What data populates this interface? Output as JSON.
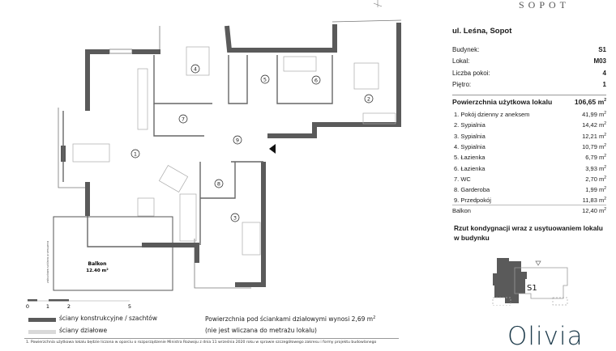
{
  "brand": {
    "city": "SOPOT",
    "logo": "Olivia",
    "accent": "#1d3b4b"
  },
  "details": {
    "address": "ul. Leśna, Sopot",
    "rows": [
      {
        "label": "Budynek:",
        "value": "S1"
      },
      {
        "label": "Lokal:",
        "value": "M03"
      },
      {
        "label": "Liczba pokoi:",
        "value": "4"
      },
      {
        "label": "Piętro:",
        "value": "1"
      }
    ],
    "total_label": "Powierzchnia użytkowa lokalu",
    "total_value": "106,65 m",
    "rooms": [
      {
        "label": "1. Pokój dzienny z aneksem",
        "value": "41,99 m"
      },
      {
        "label": "2. Sypialnia",
        "value": "14,42 m"
      },
      {
        "label": "3. Sypialnia",
        "value": "12,21 m"
      },
      {
        "label": "4. Sypialnia",
        "value": "10,79 m"
      },
      {
        "label": "5. Łazienka",
        "value": "6,79 m"
      },
      {
        "label": "6. Łazienka",
        "value": "3,93 m"
      },
      {
        "label": "7. WC",
        "value": "2,70 m"
      },
      {
        "label": "8. Garderoba",
        "value": "1,99 m"
      },
      {
        "label": "9. Przedpokój",
        "value": "11,83 m"
      }
    ],
    "balcony": {
      "label": "Balkon",
      "value": "12,40 m"
    },
    "unit_sup": "2",
    "keyplan_title": "Rzut kondygnacji wraz z usytuowaniem lokalu w budynku",
    "keyplan_building": "S1"
  },
  "plan": {
    "room_numbers": [
      "1",
      "2",
      "3",
      "4",
      "5",
      "6",
      "7",
      "8",
      "9"
    ],
    "balcony_label": "Balkon",
    "balcony_area": "12.40 m",
    "side_note": "zabudowa szklana przesuwna",
    "scale_ticks": [
      "0",
      "1",
      "2",
      "5"
    ]
  },
  "legend": {
    "structural": "ściany konstrukcyjne / szachtów",
    "partition": "ściany działowe",
    "structural_color": "#5a5a5a",
    "partition_color": "#d9d9d9"
  },
  "note": {
    "line1": "Powierzchnia pod ściankami działowymi wynosi 2,69 m",
    "line2": "(nie jest wliczana do metrażu lokalu)"
  },
  "footnote": "1. Powierzchnia użytkowa lokalu będzie liczona w oparciu o rozporządzenie Ministra Rozwoju z dnia 11 września 2020 roku w sprawie szczegółowego zakresu i formy projektu budowlanego"
}
